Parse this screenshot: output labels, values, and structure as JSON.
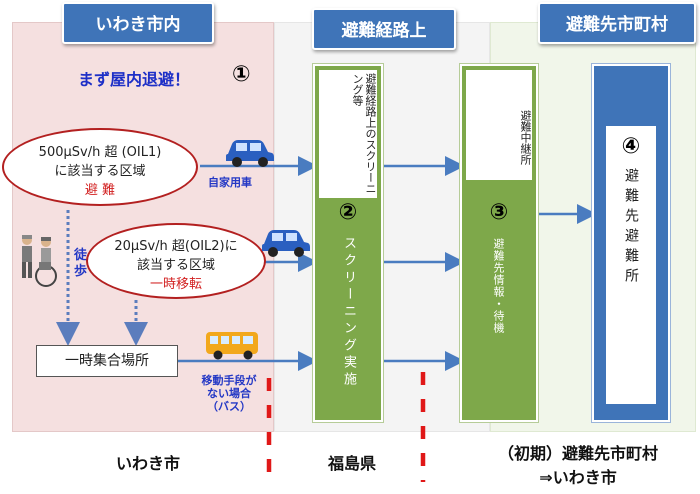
{
  "headers": {
    "iwaki_city": "いわき市内",
    "evac_route": "避難経路上",
    "destination": "避難先市町村"
  },
  "shelter_first": "まず屋内退避！",
  "numbers": {
    "n1": "①",
    "n2": "②",
    "n3": "③",
    "n4": "④"
  },
  "zone_oil1": {
    "line1": "500μSv/h 超 (OIL1)",
    "line2": "に該当する区域",
    "action": "避 難"
  },
  "zone_oil2": {
    "line1": "20μSv/h 超(OIL2)に",
    "line2": "該当する区域",
    "action": "一時移転"
  },
  "own_car": "自家用車",
  "walking": [
    "徒",
    "歩"
  ],
  "assembly_point": "一時集合場所",
  "no_transport": [
    "移動手段が",
    "ない場合",
    "（バス）"
  ],
  "screening": {
    "top_label": "避難経路上のスクリーニング等",
    "main": "スクリーニング実施"
  },
  "relay": {
    "top_label": "避難中継所",
    "main": "避難先情報・待機"
  },
  "shelter": {
    "label": "避難先避難所"
  },
  "bottom": {
    "iwaki": "いわき市",
    "fukushima": "福島県",
    "dest_line1": "（初期）避難先市町村",
    "dest_line2": "⇒いわき市"
  },
  "colors": {
    "header_blue": "#3f74b8",
    "screening_green": "#7ea84a",
    "zone_pink": "#f5e0e0",
    "alert_red": "#e01818",
    "arrow_blue": "#4a7cc0"
  },
  "icons": [
    "car-icon",
    "bus-icon",
    "people-icon"
  ]
}
